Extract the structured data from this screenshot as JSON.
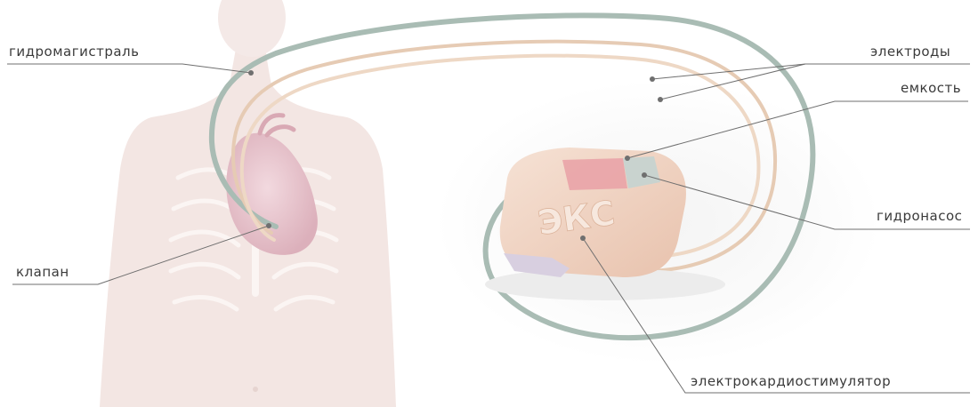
{
  "labels": {
    "hydro_line": "гидромагистраль",
    "electrodes": "электроды",
    "capacity": "емкость",
    "hydro_pump": "гидронасос",
    "valve": "клапан",
    "pacemaker": "электрокардиостимулятор"
  },
  "device": {
    "logo_text": "ЭКС"
  },
  "colors": {
    "hydro_tube": "#a9bcb4",
    "electrode_wire": "#e6cbb4",
    "body": "#f3e6e3",
    "heart": "#e8c6cf",
    "device_body": "#efd3c1",
    "capacity_fill": "#e9a0a6",
    "pump_fill": "#c9d3cf",
    "label_text": "#3a3a3a",
    "leader_line": "#6f6f6f"
  }
}
